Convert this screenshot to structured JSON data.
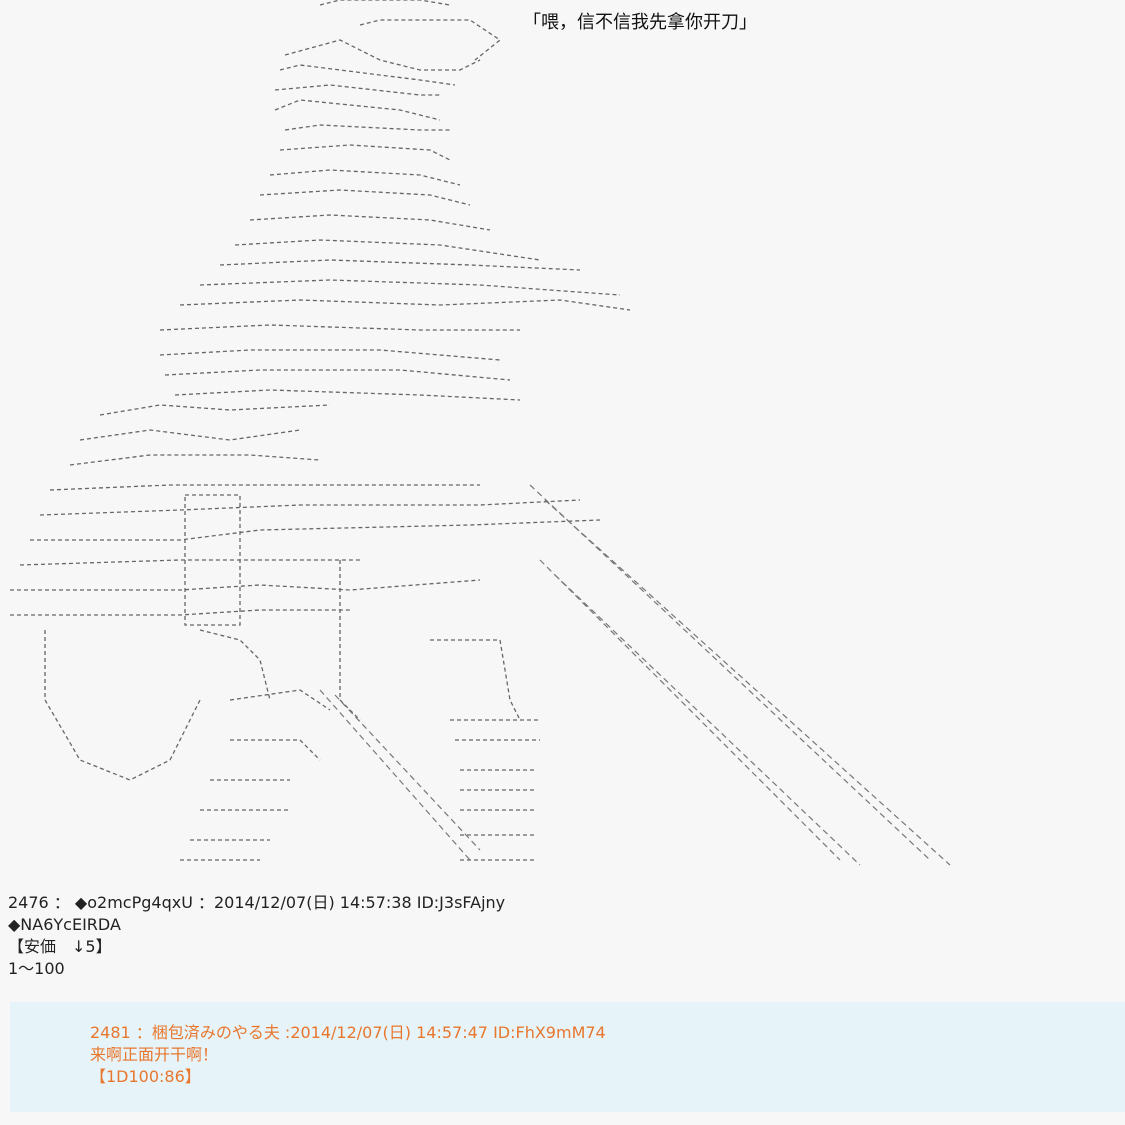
{
  "speech": {
    "text": "「喂，信不信我先拿你开刀」"
  },
  "post": {
    "number": "2476",
    "sep": "：",
    "trip": "◆o2mcPg4qxU",
    "date": "：2014/12/07(日) 14:57:38",
    "id": "ID:J3sFAjny",
    "line2": "◆NA6YcEIRDA",
    "line3": "【安価　↓5】",
    "line4": "1～100"
  },
  "reply": {
    "header_number": "2481",
    "header_name": "：梱包済みのやる夫",
    "header_date": ":2014/12/07(日) 14:57:47",
    "header_id": "ID:FhX9mM74",
    "body": "来啊正面开干啊！",
    "dice": "【1D100:86】"
  },
  "colors": {
    "background": "#f7f7f7",
    "reply_bg": "#e6f3f8",
    "reply_text": "#e8772e",
    "text": "#222222"
  }
}
